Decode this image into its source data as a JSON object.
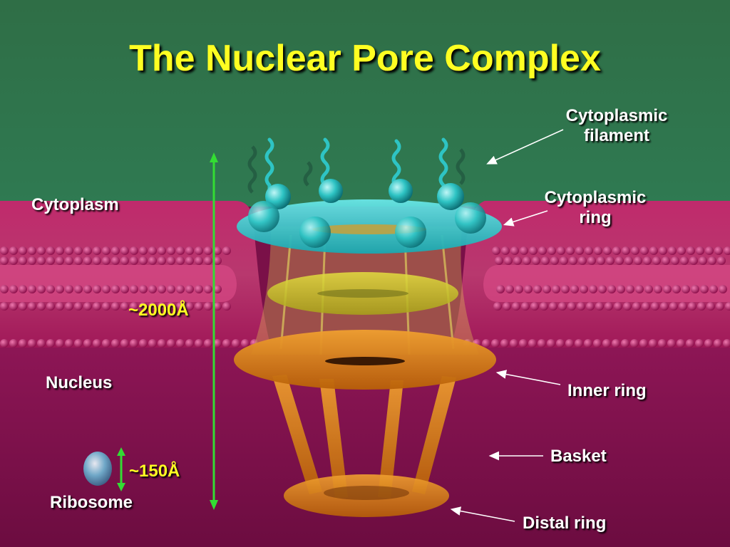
{
  "title": "The Nuclear Pore Complex",
  "labels": {
    "cytoplasmic_filament_line1": "Cytoplasmic",
    "cytoplasmic_filament_line2": "filament",
    "cytoplasmic_ring_line1": "Cytoplasmic",
    "cytoplasmic_ring_line2": "ring",
    "cytoplasm": "Cytoplasm",
    "nucleus": "Nucleus",
    "inner_ring": "Inner ring",
    "basket": "Basket",
    "distal_ring": "Distal ring",
    "ribosome": "Ribosome"
  },
  "measurements": {
    "pore_height_prefix": "~",
    "pore_height": "2000Å",
    "ribosome_size_prefix": "~",
    "ribosome_size": "150Å"
  },
  "colors": {
    "cytoplasm_background": "#2e7a4e",
    "nucleus_background": "#8a1454",
    "membrane": "#c8246e",
    "cytoplasmic_ring": "#2ec8c8",
    "inner_yellow_ring": "#c8c42a",
    "inner_ring": "#e8880e",
    "title_text": "#ffff22",
    "scale_arrow": "#33dd33"
  }
}
